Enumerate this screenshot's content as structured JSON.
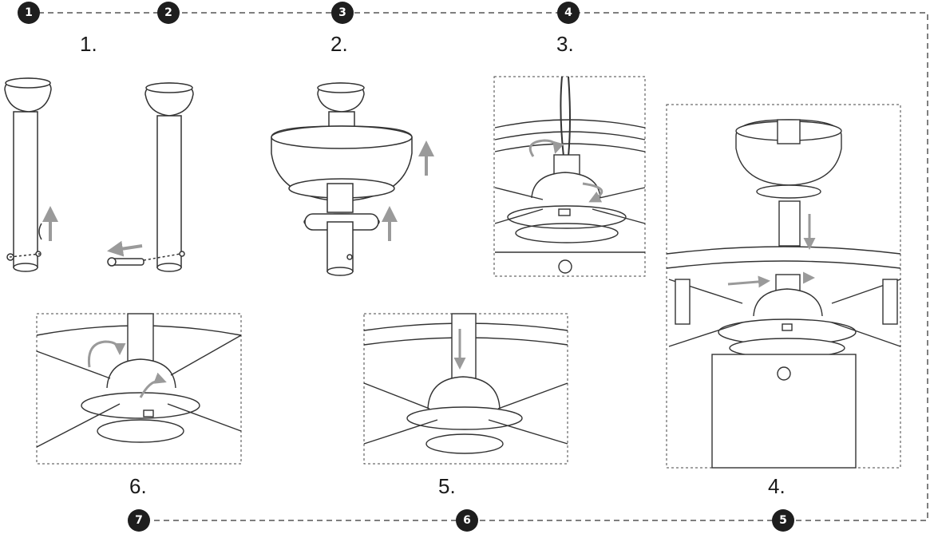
{
  "badges": [
    "1",
    "2",
    "3",
    "4",
    "5",
    "6",
    "7"
  ],
  "steps": {
    "s1": "1.",
    "s2": "2.",
    "s3": "3.",
    "s4": "4.",
    "s5": "5.",
    "s6": "6."
  },
  "colors": {
    "line": "#333333",
    "arrow": "#9a9a9a",
    "badge": "#1e1e1e",
    "dashed": "#444444"
  }
}
